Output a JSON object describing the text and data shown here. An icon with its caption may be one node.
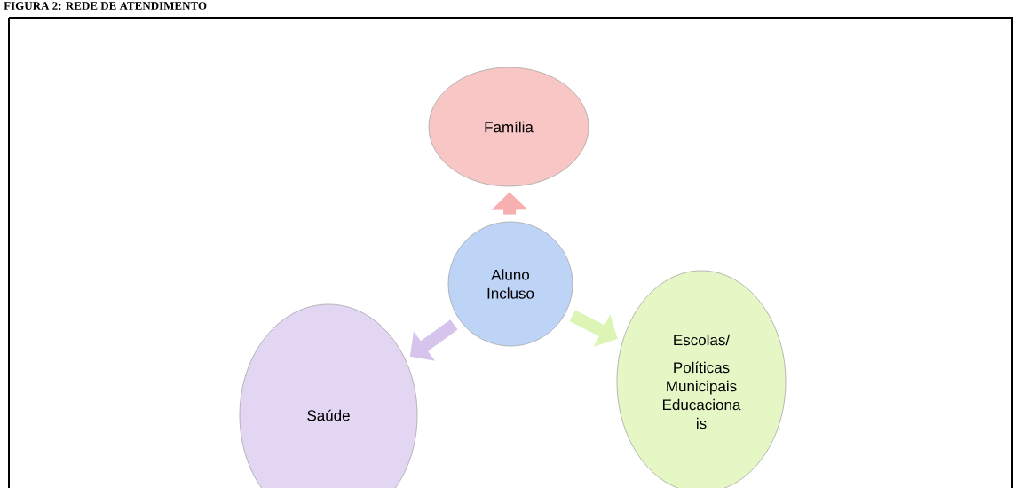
{
  "diagram": {
    "title": "FIGURA 2: REDE DE ATENDIMENTO",
    "nodes": [
      {
        "text": [
          "Família"
        ]
      },
      {
        "text": [
          "Aluno Incluso"
        ]
      },
      {
        "text": [
          "Saúde"
        ]
      },
      {
        "text": [
          "Escolas/",
          "Políticas Municipais Educaciona is"
        ]
      }
    ],
    "edges": [
      {
        "from": 1,
        "to": 0,
        "arrow": "to",
        "color": "#f7b0b0"
      },
      {
        "from": 1,
        "to": 2,
        "arrow": "to",
        "color": "#d6c4ec"
      },
      {
        "from": 1,
        "to": 3,
        "arrow": "to",
        "color": "#dcf5b4"
      }
    ]
  }
}
